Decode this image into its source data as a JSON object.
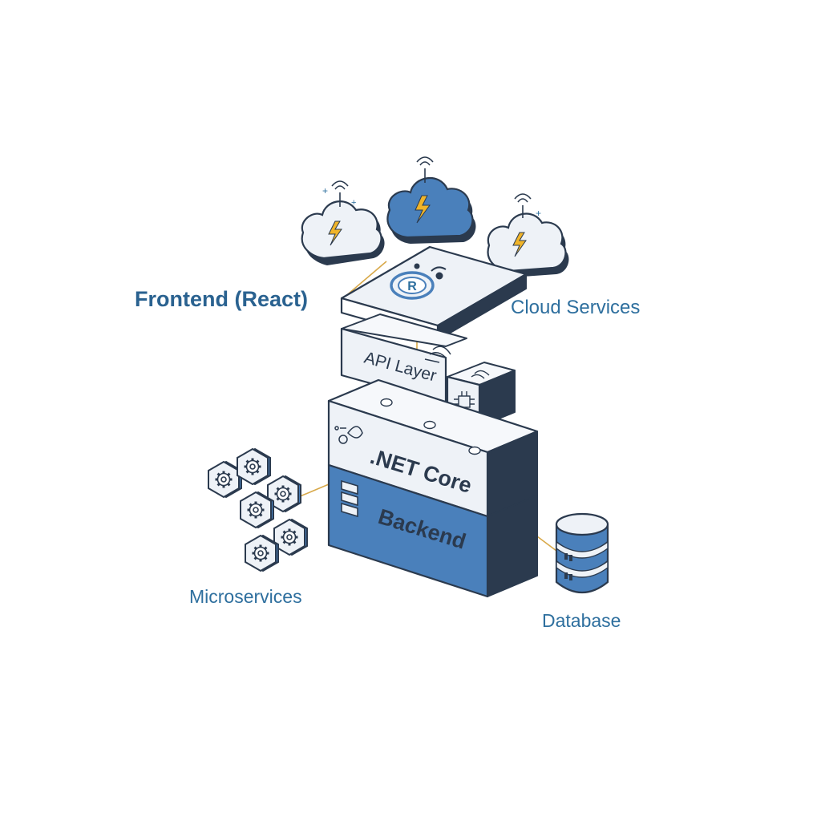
{
  "labels": {
    "frontend": "Frontend (React)",
    "cloud_services": "Cloud Services",
    "microservices": "Microservices",
    "database": "Database"
  },
  "blocks": {
    "api_layer": "API Layer",
    "net_core": ".NET Core",
    "backend": "Backend",
    "react_logo_letter": "R"
  },
  "icons": {
    "clouds": [
      "cloud-lightning-icon",
      "cloud-lightning-icon",
      "cloud-lightning-icon"
    ],
    "react": "react-logo-icon",
    "microservices": "gear-hexagon-icon",
    "database": "database-cylinder-icon",
    "server": "server-rack-icon"
  },
  "colors": {
    "label_text": "#2e6f9e",
    "frontend_label": "#2a6290",
    "accent_blue": "#4a80bb",
    "dark_navy": "#2b3a4e",
    "light_panel": "#eef2f7",
    "connector": "#d8a94a",
    "lightning": "#f0b429"
  }
}
